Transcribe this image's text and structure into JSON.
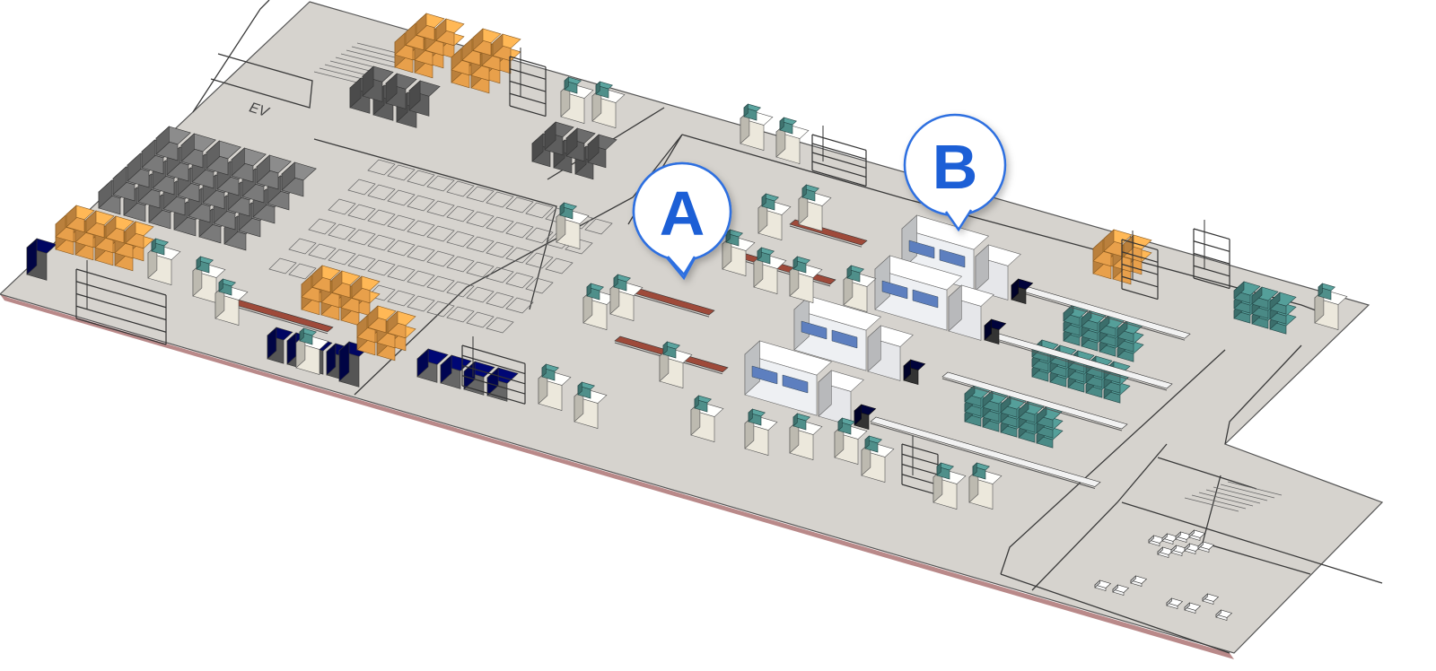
{
  "colors": {
    "background": "#ffffff",
    "floor": "#d6d3ce",
    "floor_edge": "#8b3a3a",
    "lines": "#3a3a3a",
    "orange_boxes": "#e8a04b",
    "gray_bins": "#7a7a7a",
    "teal_racks": "#4a8a86",
    "machine_white": "#eef0f3",
    "machine_window": "#5d7fbf",
    "conveyor_red": "#9e4a3a",
    "callout_blue": "#1f5fd6"
  },
  "floor": {
    "ev_label": "EV"
  },
  "callouts": [
    {
      "label": "A"
    },
    {
      "label": "B"
    }
  ]
}
